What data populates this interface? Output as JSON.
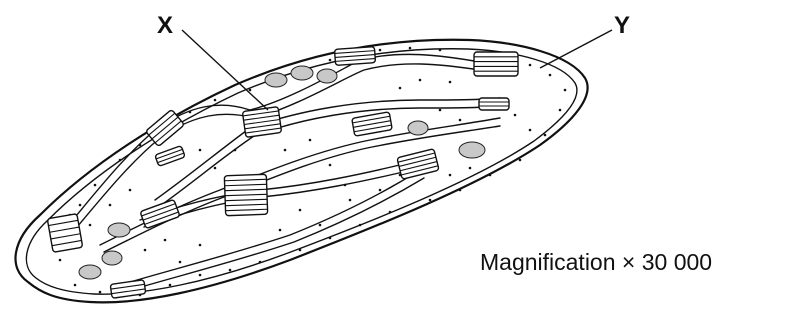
{
  "labels": {
    "x": "X",
    "y": "Y"
  },
  "magnification": "Magnification × 30 000",
  "colors": {
    "line": "#111111",
    "starch": "#c8c8c8",
    "background": "#ffffff"
  }
}
